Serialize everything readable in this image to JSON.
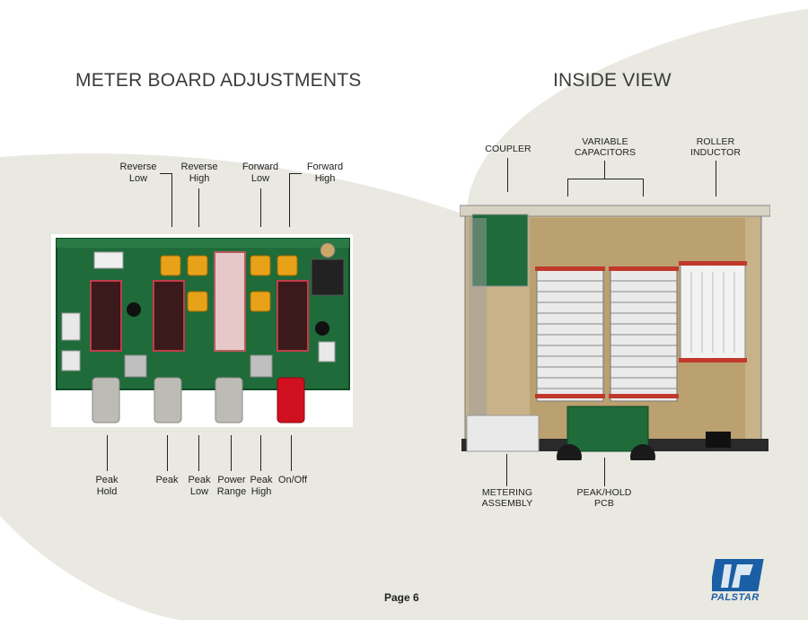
{
  "page": {
    "left_title": "METER BOARD ADJUSTMENTS",
    "right_title": "INSIDE VIEW",
    "page_number": "Page 6",
    "brand": "PALSTAR"
  },
  "meter_board": {
    "top_labels": [
      "Reverse\nLow",
      "Reverse\nHigh",
      "Forward\nLow",
      "Forward\nHigh"
    ],
    "bottom_labels": [
      "Peak\nHold",
      "Peak",
      "Peak\nLow",
      "Power\nRange",
      "Peak\nHigh",
      "On/Off"
    ]
  },
  "inside_view": {
    "top_labels": [
      "COUPLER",
      "VARIABLE\nCAPACITORS",
      "ROLLER\nINDUCTOR"
    ],
    "bottom_labels": [
      "METERING\nASSEMBLY",
      "PEAK/HOLD\nPCB"
    ]
  },
  "colors": {
    "background_swoosh": "#e9e8e1",
    "pcb_green": "#1f6b3a",
    "logo_blue": "#1a5fa6"
  }
}
